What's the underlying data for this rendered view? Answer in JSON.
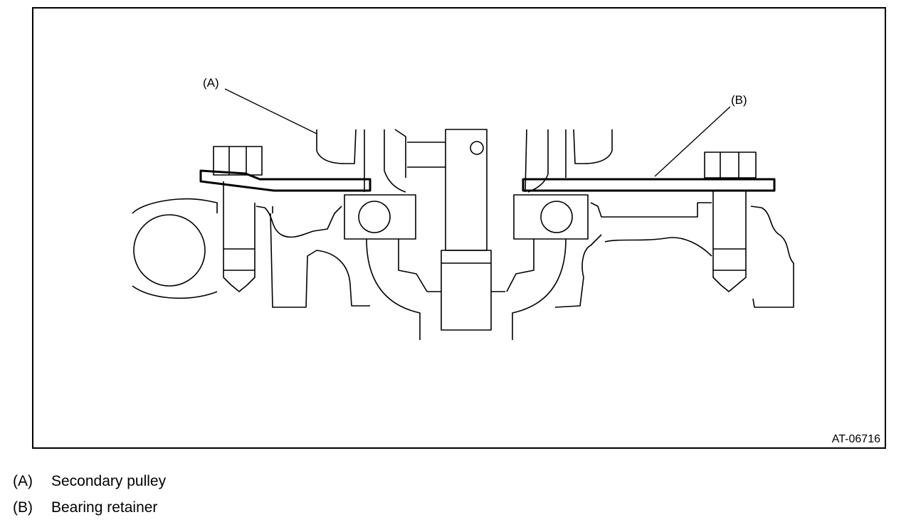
{
  "figure": {
    "id": "AT-06716",
    "callouts": [
      {
        "key": "A",
        "text": "(A)"
      },
      {
        "key": "B",
        "text": "(B)"
      }
    ]
  },
  "legend": [
    {
      "key": "(A)",
      "label": "Secondary pulley"
    },
    {
      "key": "(B)",
      "label": "Bearing retainer"
    }
  ]
}
